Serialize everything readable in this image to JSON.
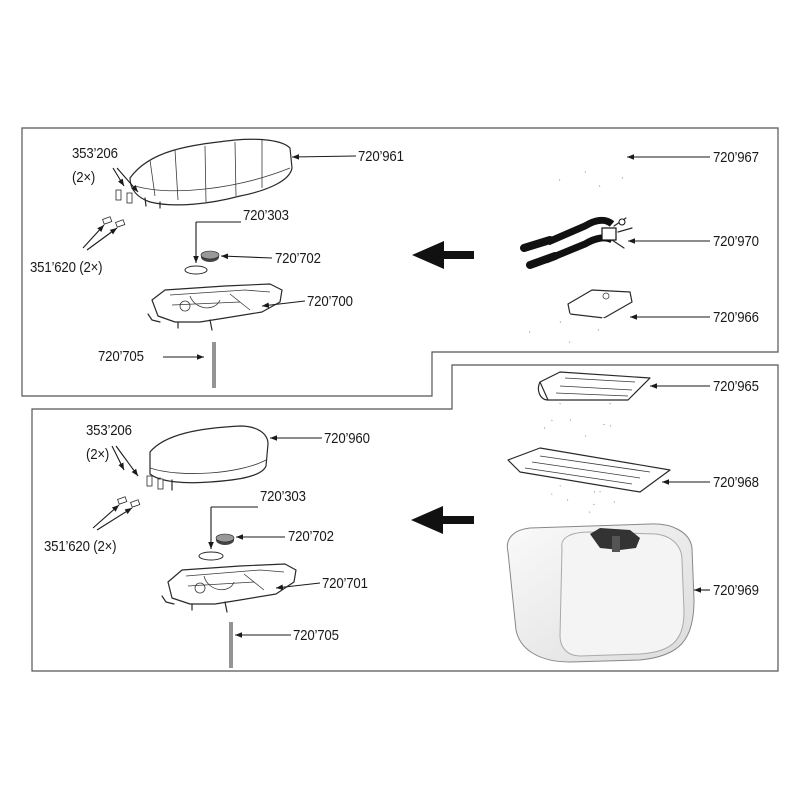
{
  "top_panel": {
    "labels": {
      "p353206": "353’206",
      "p353206_qty": "(2×)",
      "p720961": "720’961",
      "p720303": "720’303",
      "p720702": "720’702",
      "p351620": "351’620 (2×)",
      "p720700": "720’700",
      "p720705": "720’705"
    }
  },
  "bottom_panel": {
    "labels": {
      "p353206": "353’206",
      "p353206_qty": "(2×)",
      "p720960": "720’960",
      "p720303": "720’303",
      "p720702": "720’702",
      "p351620": "351’620 (2×)",
      "p720701": "720’701",
      "p720705": "720’705"
    }
  },
  "accessories": {
    "labels": {
      "p720967": "720’967",
      "p720970": "720’970",
      "p720966": "720’966",
      "p720965": "720’965",
      "p720968": "720’968",
      "p720969": "720’969"
    }
  },
  "colors": {
    "line": "#1a1a1a",
    "frame": "#555555",
    "black_part": "#111111",
    "box_fill": "#f2f2f2"
  }
}
